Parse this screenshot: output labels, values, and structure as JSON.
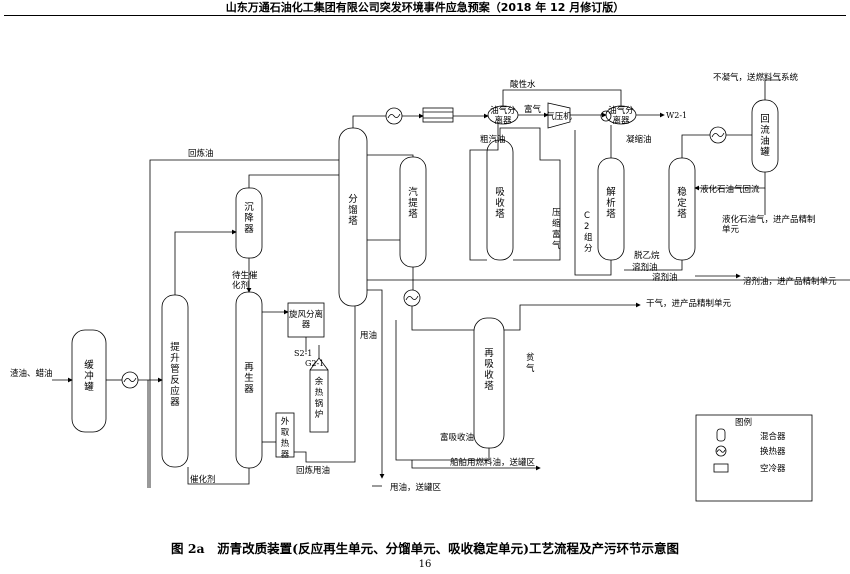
{
  "header": {
    "title": "山东万通石油化工集团有限公司突发环境事件应急预案（2018 年 12 月修订版）"
  },
  "caption": "图 2a　沥青改质装置(反应再生单元、分馏单元、吸收稳定单元)工艺流程及产污环节示意图",
  "page_number": "16",
  "equipment": {
    "buffer_tank": "缓冲罐",
    "riser_reactor": "提升管反应器",
    "settler": "沉降器",
    "regenerator": "再生器",
    "cyclone": "旋风分离器",
    "ext_heat": "外取热器",
    "boiler": "余热锅炉",
    "fractionator": "分馏塔",
    "stripper": "汽提塔",
    "absorber": "吸收塔",
    "reabsorber": "再吸收塔",
    "desorber": "解析塔",
    "stabilizer": "稳定塔",
    "reflux_tank": "回流油罐",
    "separator1": "油气分离器",
    "separator2": "油气分离器",
    "compressor": "气压机"
  },
  "labels": {
    "feed": "渣油、蜡油",
    "recycle_oil": "回炼油",
    "spent_catalyst": "待生催化剂",
    "s2": "S2-1",
    "g2": "G2-1",
    "slurry_recycle": "回炼甩油",
    "catalyst": "催化剂",
    "slurry": "甩油",
    "slurry_tank": "甩油，送罐区",
    "acid_water": "酸性水",
    "rich_gas": "富气",
    "crude_gasoline": "粗汽油",
    "w2": "W2-1",
    "condensate": "凝缩油",
    "noncond": "不凝气，送燃料气系统",
    "lpg_reflux": "液化石油气回流",
    "lpg": "液化石油气，进产品精制单元",
    "compressed_rich_gas": "压缩富气",
    "c2": "C2组分",
    "deethanized": "脱乙烷",
    "solvent_oil": "溶剂油",
    "solvent_oil2": "溶剂油",
    "solvent_product": "溶剂油，进产品精制单元",
    "dry_gas": "干气，进产品精制单元",
    "lean_gas": "贫气",
    "rich_absorb_oil": "富吸收油",
    "ship_fuel": "船舶用燃料油，送罐区"
  },
  "legend": {
    "title": "图例",
    "items": [
      "混合器",
      "换热器",
      "空冷器"
    ]
  }
}
